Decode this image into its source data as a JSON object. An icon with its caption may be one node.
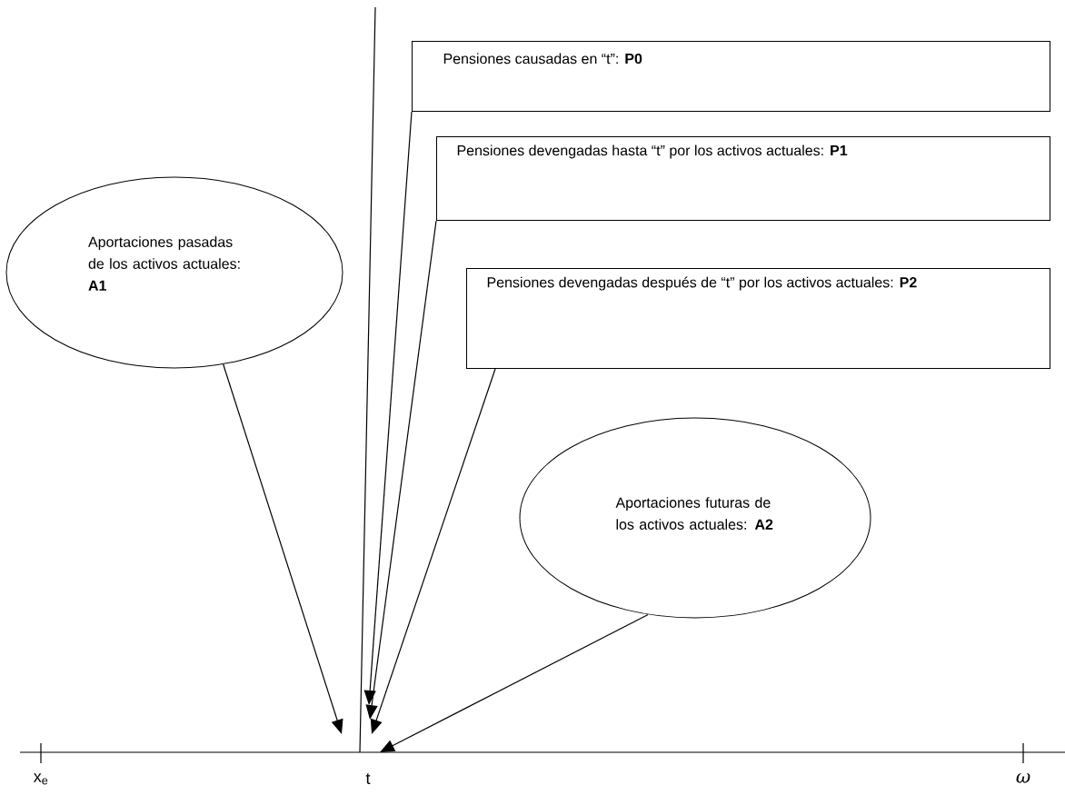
{
  "diagram": {
    "nodes": [
      {
        "text": [
          "Pensiones causadas en “t”: **P0**"
        ]
      },
      {
        "text": [
          "Pensiones devengadas hasta “t” por los activos actuales: **P1**"
        ]
      },
      {
        "text": [
          "Pensiones devengadas después de “t” por los activos actuales: **P2**"
        ]
      },
      {
        "text": [
          "Aportaciones pasadas de los activos actuales: **A1**"
        ]
      },
      {
        "text": [
          "Aportaciones futuras de los activos actuales: **A2**"
        ]
      }
    ],
    "edges": [
      {
        "from": 0,
        "to": null,
        "arrow": "to"
      },
      {
        "from": 1,
        "to": null,
        "arrow": "to"
      },
      {
        "from": 2,
        "to": null,
        "arrow": "to"
      },
      {
        "from": 3,
        "to": null,
        "arrow": "to"
      },
      {
        "from": 4,
        "to": null,
        "arrow": "to"
      }
    ],
    "labels": [
      "x$_{e}$",
      "t",
      "ω"
    ]
  }
}
